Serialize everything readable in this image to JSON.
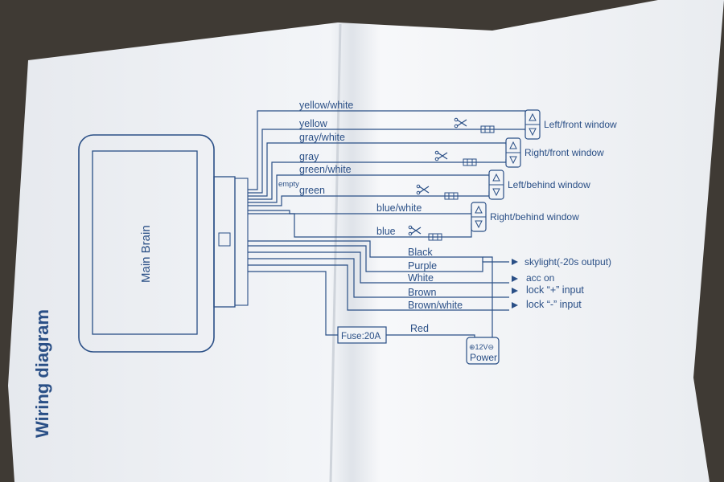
{
  "title": "Wiring diagram",
  "main_label": "Main Brain",
  "empty_label": "empty",
  "wires": [
    {
      "id": "yellow-white",
      "label": "yellow/white"
    },
    {
      "id": "yellow",
      "label": "yellow"
    },
    {
      "id": "gray-white",
      "label": "gray/white"
    },
    {
      "id": "gray",
      "label": "gray"
    },
    {
      "id": "green-white",
      "label": "green/white"
    },
    {
      "id": "green",
      "label": "green"
    },
    {
      "id": "blue-white",
      "label": "blue/white"
    },
    {
      "id": "blue",
      "label": "blue"
    },
    {
      "id": "black",
      "label": "Black"
    },
    {
      "id": "purple",
      "label": "Purple"
    },
    {
      "id": "white",
      "label": "White"
    },
    {
      "id": "brown",
      "label": "Brown"
    },
    {
      "id": "brown-white",
      "label": "Brown/white"
    },
    {
      "id": "red",
      "label": "Red"
    }
  ],
  "windows": [
    {
      "id": "left-front",
      "label": "Left/front window"
    },
    {
      "id": "right-front",
      "label": "Right/front window"
    },
    {
      "id": "left-behind",
      "label": "Left/behind window"
    },
    {
      "id": "right-behind",
      "label": "Right/behind window"
    }
  ],
  "outputs": [
    {
      "id": "skylight",
      "label": "skylight(-20s output)"
    },
    {
      "id": "acc-on",
      "label": "acc on"
    },
    {
      "id": "lock-plus",
      "label": "lock “+” input"
    },
    {
      "id": "lock-minus",
      "label": "lock “-” input"
    }
  ],
  "fuse": "Fuse:20A",
  "power": {
    "top": "⊕12V⊖",
    "label": "Power"
  },
  "colors": {
    "ink": "#2a4f86",
    "paper": "#eef1f5",
    "background": "#3f3a34"
  }
}
